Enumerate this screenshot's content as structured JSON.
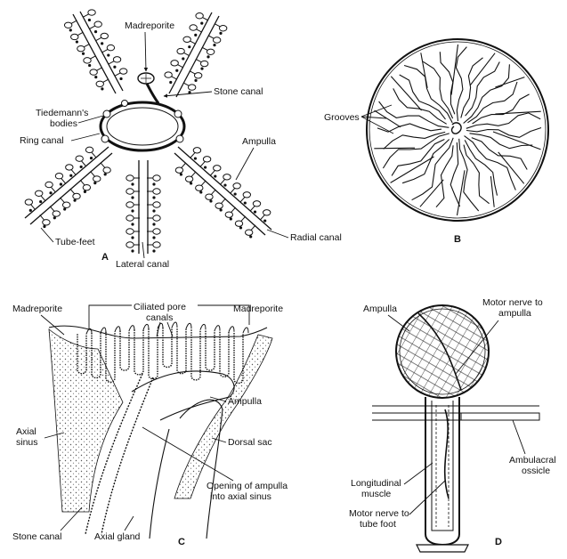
{
  "panel_a": {
    "madreporite": "Madreporite",
    "stone_canal": "Stone canal",
    "tiedemann_line1": "Tiedemann's",
    "tiedemann_line2": "bodies",
    "ring_canal": "Ring canal",
    "ampulla": "Ampulla",
    "tube_feet": "Tube-feet",
    "lateral_canal": "Lateral canal",
    "radial_canal": "Radial canal",
    "letter": "A"
  },
  "panel_b": {
    "grooves": "Grooves",
    "letter": "B"
  },
  "panel_c": {
    "madreporite_left": "Madreporite",
    "ciliated_line1": "Ciliated pore",
    "ciliated_line2": "canals",
    "madreporite_right": "Madreporite",
    "axial_line1": "Axial",
    "axial_line2": "sinus",
    "ampulla": "Ampulla",
    "dorsal_sac": "Dorsal sac",
    "opening_line1": "Opening of ampulla",
    "opening_line2": "into axial sinus",
    "stone_canal": "Stone canal",
    "axial_gland": "Axial gland",
    "letter": "C"
  },
  "panel_d": {
    "ampulla": "Ampulla",
    "motor_amp_line1": "Motor nerve to",
    "motor_amp_line2": "ampulla",
    "ambulacral_line1": "Ambulacral",
    "ambulacral_line2": "ossicle",
    "longitudinal_line1": "Longitudinal",
    "longitudinal_line2": "muscle",
    "motor_foot_line1": "Motor nerve to",
    "motor_foot_line2": "tube foot",
    "letter": "D"
  },
  "colors": {
    "ink": "#111111",
    "paper": "#ffffff",
    "stipple": "#bbbbbb"
  }
}
